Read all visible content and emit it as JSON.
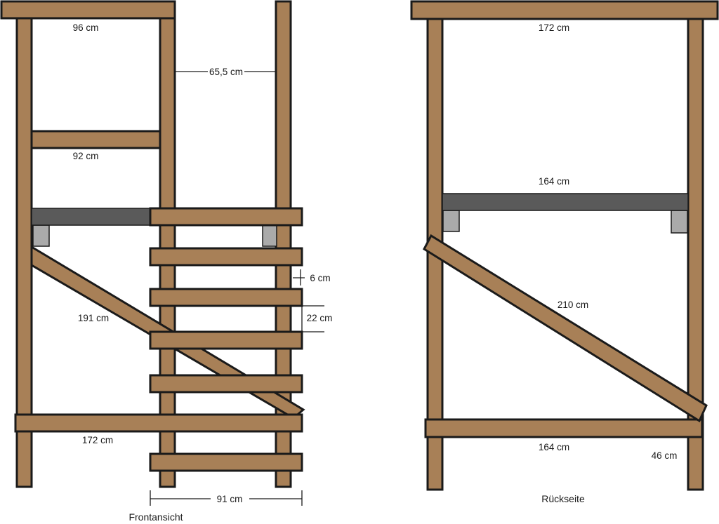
{
  "front": {
    "caption": "Frontansicht",
    "dimensions": {
      "top_beam": "96 cm",
      "gap": "65,5 cm",
      "mid_beam": "92 cm",
      "brace": "191 cm",
      "step_thickness": "6 cm",
      "step_spacing": "22 cm",
      "bottom_beam": "172 cm",
      "ladder_width": "91 cm"
    }
  },
  "back": {
    "caption": "Rückseite",
    "dimensions": {
      "top_beam": "172 cm",
      "platform_beam": "164 cm",
      "brace": "210 cm",
      "bottom_beam": "164 cm",
      "post_height": "46 cm"
    }
  },
  "colors": {
    "wood": "#a88057",
    "outline": "#1a1a1a",
    "dark_beam": "#5a5a5a",
    "support_block": "#aaaaaa"
  }
}
